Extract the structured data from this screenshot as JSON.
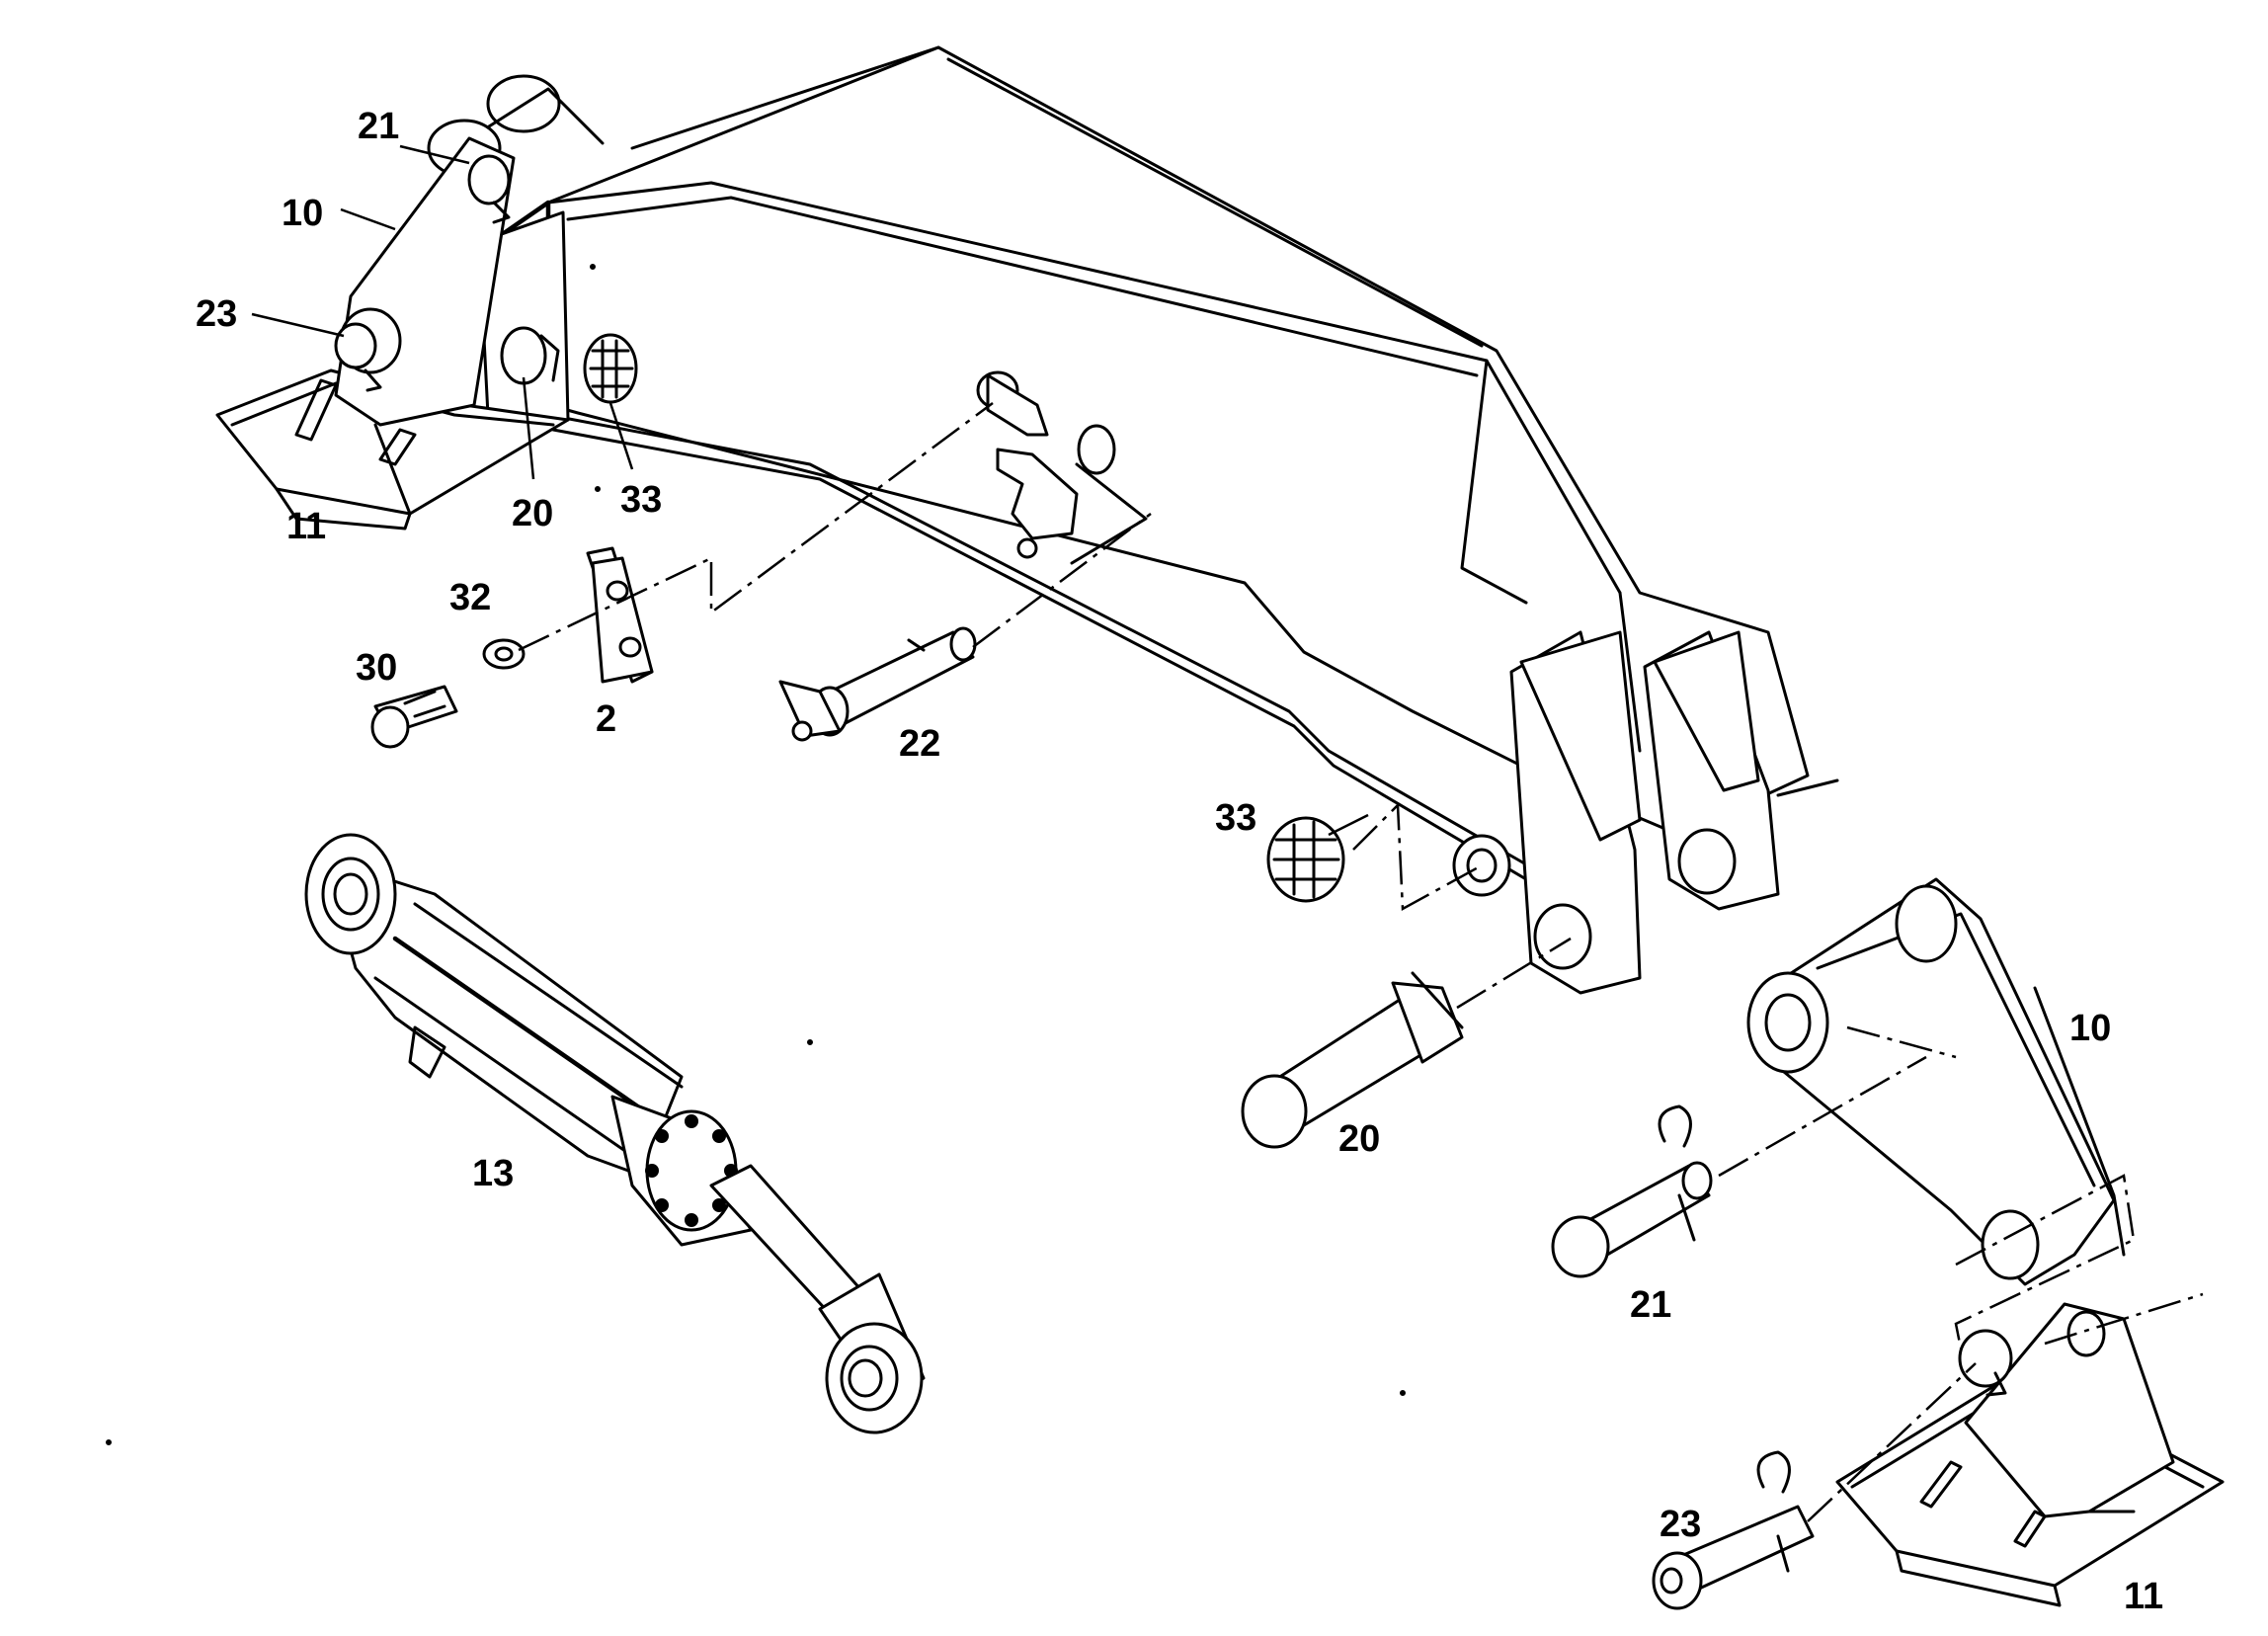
{
  "diagram": {
    "callouts": [
      {
        "id": "c21a",
        "text": "21"
      },
      {
        "id": "c10a",
        "text": "10"
      },
      {
        "id": "c23a",
        "text": "23"
      },
      {
        "id": "c11a",
        "text": "11"
      },
      {
        "id": "c20a",
        "text": "20"
      },
      {
        "id": "c33a",
        "text": "33"
      },
      {
        "id": "c32",
        "text": "32"
      },
      {
        "id": "c30",
        "text": "30"
      },
      {
        "id": "c2",
        "text": "2"
      },
      {
        "id": "c22",
        "text": "22"
      },
      {
        "id": "c33b",
        "text": "33"
      },
      {
        "id": "c13",
        "text": "13"
      },
      {
        "id": "c20b",
        "text": "20"
      },
      {
        "id": "c10b",
        "text": "10"
      },
      {
        "id": "c21b",
        "text": "21"
      },
      {
        "id": "c23b",
        "text": "23"
      },
      {
        "id": "c11b",
        "text": "11"
      }
    ]
  }
}
